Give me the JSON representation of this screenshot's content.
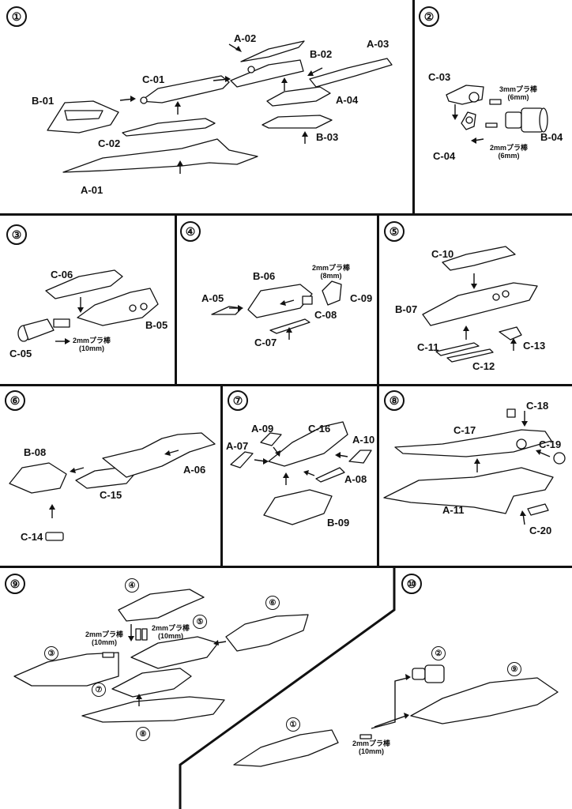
{
  "steps": {
    "s1": {
      "num": "①",
      "labels": [
        "A-02",
        "A-03",
        "B-02",
        "C-01",
        "B-01",
        "A-04",
        "C-02",
        "B-03",
        "A-01"
      ]
    },
    "s2": {
      "num": "②",
      "labels": [
        "C-03",
        "B-04",
        "C-04"
      ],
      "notes": [
        "3mmプラ棒\n(6mm)",
        "2mmプラ棒\n(6mm)"
      ]
    },
    "s3": {
      "num": "③",
      "labels": [
        "C-06",
        "B-05",
        "C-05"
      ],
      "notes": [
        "2mmプラ棒\n(10mm)"
      ]
    },
    "s4": {
      "num": "④",
      "labels": [
        "B-06",
        "A-05",
        "C-09",
        "C-08",
        "C-07"
      ],
      "notes": [
        "2mmプラ棒\n(8mm)"
      ]
    },
    "s5": {
      "num": "⑤",
      "labels": [
        "C-10",
        "B-07",
        "C-11",
        "C-13",
        "C-12"
      ]
    },
    "s6": {
      "num": "⑥",
      "labels": [
        "B-08",
        "A-06",
        "C-15",
        "C-14"
      ]
    },
    "s7": {
      "num": "⑦",
      "labels": [
        "A-09",
        "C-16",
        "A-07",
        "A-10",
        "A-08",
        "B-09"
      ]
    },
    "s8": {
      "num": "⑧",
      "labels": [
        "C-18",
        "C-17",
        "C-19",
        "A-11",
        "C-20"
      ]
    },
    "s9": {
      "num": "⑨",
      "refs": [
        "④",
        "⑥",
        "⑤",
        "③",
        "⑦",
        "⑧"
      ],
      "notes": [
        "2mmプラ棒\n(10mm)",
        "2mmプラ棒\n(10mm)"
      ]
    },
    "s10": {
      "num": "⑩",
      "refs": [
        "②",
        "⑨",
        "①"
      ],
      "notes": [
        "2mmプラ棒\n(10mm)"
      ]
    }
  }
}
